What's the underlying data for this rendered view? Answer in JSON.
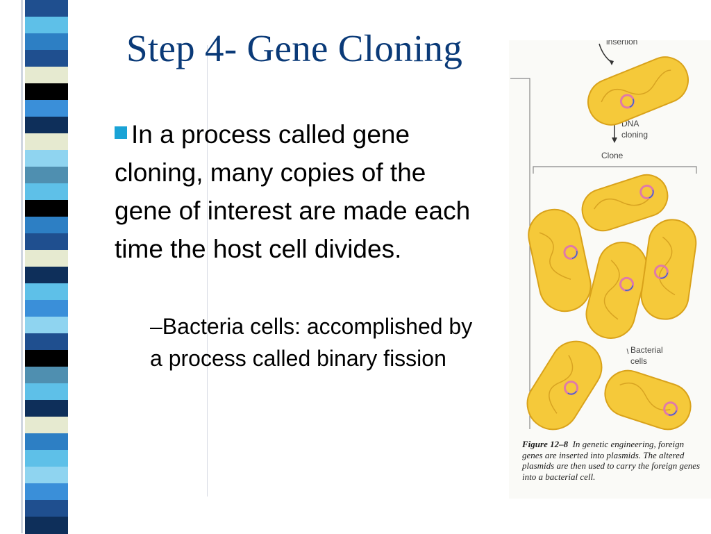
{
  "slide": {
    "title": "Step 4-  Gene Cloning",
    "bullet_text": "In a process called gene cloning, many copies of the gene of interest are made each time the host cell divides.",
    "sub_text": "–Bacteria cells: accomplished by a process called binary fission"
  },
  "figure": {
    "label_insertion": "insertion",
    "label_dna_cloning_1": "DNA",
    "label_dna_cloning_2": "cloning",
    "label_clone": "Clone",
    "label_bacterial_1": "Bacterial",
    "label_bacterial_2": "cells",
    "caption_label": "Figure 12–8",
    "caption_text": "In genetic engineering, foreign genes are inserted into plasmids. The altered plasmids are then used to carry the foreign genes into a bacterial cell."
  },
  "colors": {
    "title": "#0a3a78",
    "bullet_marker": "#1aa3d6",
    "cell_fill": "#f5c93a",
    "cell_outline": "#d9a21a",
    "stripe_palette": [
      "#1f4f8f",
      "#2d7fc4",
      "#5ec0e8",
      "#0e2f5a",
      "#e6ead0",
      "#000000",
      "#3a8fd9",
      "#8fd4f0",
      "#4f8fb0"
    ]
  }
}
